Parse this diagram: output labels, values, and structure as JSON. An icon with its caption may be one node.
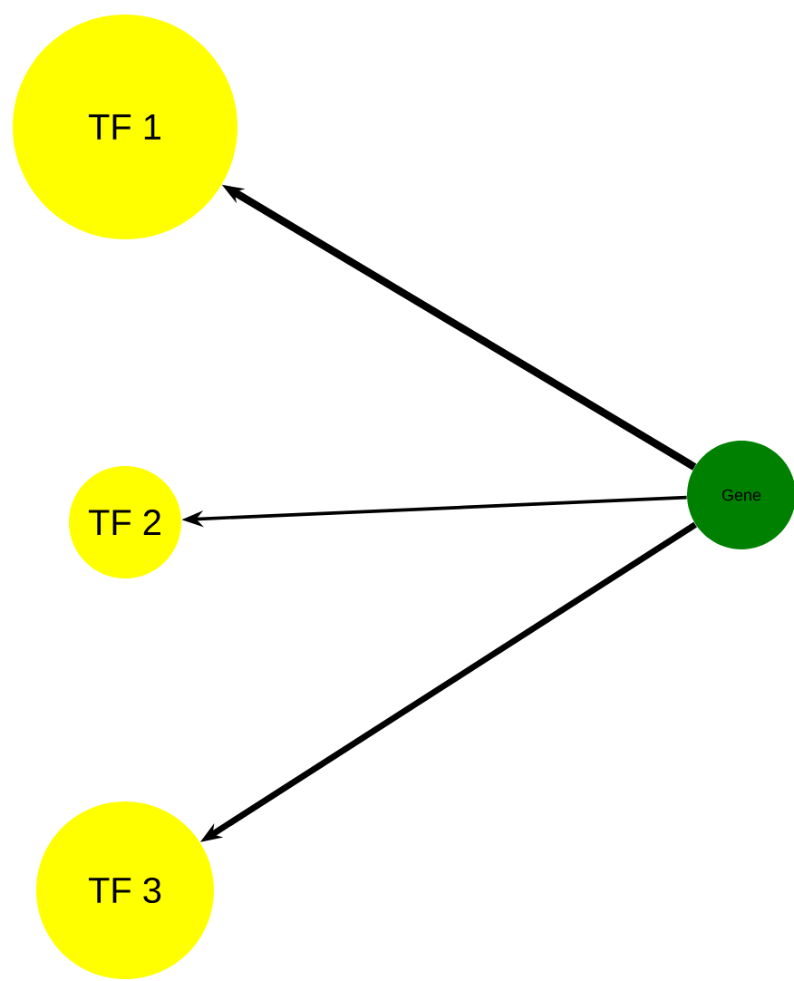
{
  "diagram": {
    "nodes": [
      {
        "text": [
          "TF 1"
        ]
      },
      {
        "text": [
          "TF 2"
        ]
      },
      {
        "text": [
          "TF 3"
        ]
      },
      {
        "text": [
          "Gene"
        ]
      }
    ],
    "edges": [
      {
        "from": 3,
        "to": 0,
        "arrow": "to"
      },
      {
        "from": 3,
        "to": 1,
        "arrow": "to"
      },
      {
        "from": 3,
        "to": 2,
        "arrow": "to"
      }
    ]
  }
}
